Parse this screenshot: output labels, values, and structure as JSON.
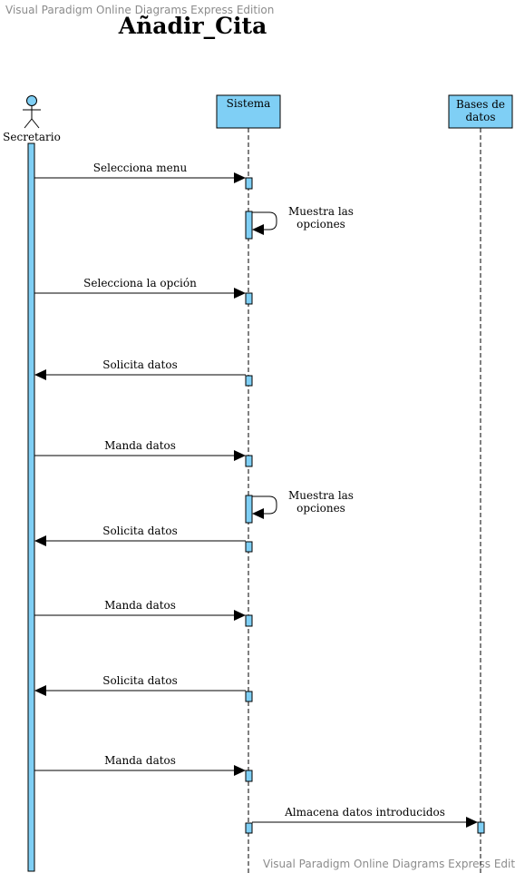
{
  "watermark_top": "Visual Paradigm Online Diagrams Express Edition",
  "watermark_bottom": "Visual Paradigm Online Diagrams Express Edition",
  "title": "Añadir_Cita",
  "colors": {
    "activation": "#7fcff5",
    "stroke": "#000000"
  },
  "participants": [
    {
      "id": "actor",
      "kind": "actor",
      "label": "Secretario"
    },
    {
      "id": "sys",
      "kind": "box",
      "label": "Sistema"
    },
    {
      "id": "db",
      "kind": "box",
      "label": "Bases de datos"
    }
  ],
  "messages": [
    {
      "from": "actor",
      "to": "sys",
      "label": "Selecciona menu"
    },
    {
      "from": "sys",
      "to": "sys",
      "label": "Muestra las opciones",
      "self": true
    },
    {
      "from": "actor",
      "to": "sys",
      "label": "Selecciona la opción"
    },
    {
      "from": "sys",
      "to": "actor",
      "label": "Solicita datos"
    },
    {
      "from": "actor",
      "to": "sys",
      "label": "Manda datos"
    },
    {
      "from": "sys",
      "to": "sys",
      "label": "Muestra las opciones",
      "self": true
    },
    {
      "from": "sys",
      "to": "actor",
      "label": "Solicita datos"
    },
    {
      "from": "actor",
      "to": "sys",
      "label": "Manda datos"
    },
    {
      "from": "sys",
      "to": "actor",
      "label": "Solicita datos"
    },
    {
      "from": "actor",
      "to": "sys",
      "label": "Manda datos"
    },
    {
      "from": "sys",
      "to": "db",
      "label": "Almacena datos introducidos"
    }
  ]
}
